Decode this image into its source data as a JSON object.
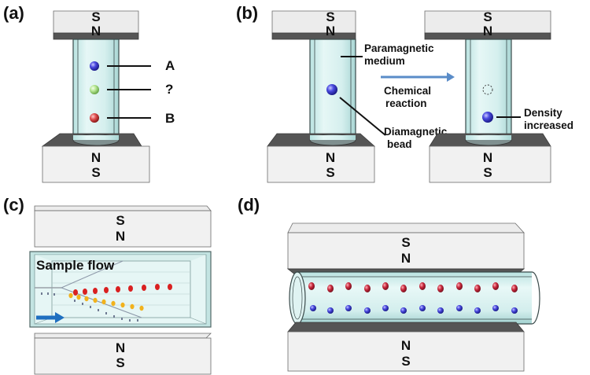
{
  "panels": {
    "a": {
      "label": "(a)",
      "top_magnet": {
        "upper": "S",
        "lower": "N"
      },
      "bottom_magnet": {
        "upper": "N",
        "lower": "S"
      },
      "labels": [
        "A",
        "?",
        "B"
      ],
      "bead_colors": [
        "#3b3bd6",
        "#a6e08a",
        "#d94444"
      ]
    },
    "b": {
      "label": "(b)",
      "top_magnet_left": {
        "upper": "S",
        "lower": "N"
      },
      "bottom_magnet_left": {
        "upper": "N",
        "lower": "S"
      },
      "top_magnet_right": {
        "upper": "S",
        "lower": "N"
      },
      "bottom_magnet_right": {
        "upper": "N",
        "lower": "S"
      },
      "medium_label": [
        "Paramagnetic",
        "medium"
      ],
      "reaction_label": [
        "Chemical",
        "reaction"
      ],
      "bead_label": [
        "Diamagnetic",
        "bead"
      ],
      "density_label": [
        "Density",
        "increased"
      ],
      "arrow_color": "#5a8cc8",
      "bead_color": "#2f2fd8"
    },
    "c": {
      "label": "(c)",
      "top_magnet": {
        "upper": "S",
        "lower": "N"
      },
      "bottom_magnet": {
        "upper": "N",
        "lower": "S"
      },
      "flow_label": "Sample flow",
      "arrow_color": "#1f6fc0",
      "stream_colors": [
        "#d92020",
        "#f2b21c",
        "#8a8a9a"
      ]
    },
    "d": {
      "label": "(d)",
      "top_magnet": {
        "upper": "S",
        "lower": "N"
      },
      "bottom_magnet": {
        "upper": "N",
        "lower": "S"
      },
      "bead_colors": [
        "#c0263a",
        "#3a3ad0"
      ]
    }
  }
}
